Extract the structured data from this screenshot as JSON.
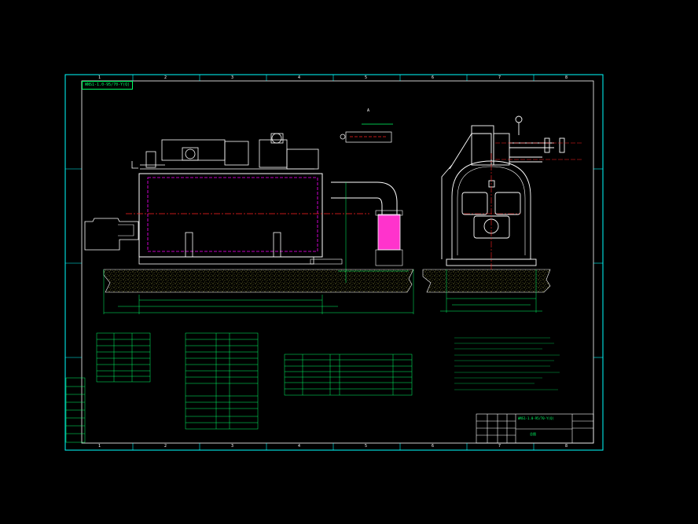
{
  "drawing": {
    "colors": {
      "background": "#000000",
      "frame": "#00ffff",
      "outline": "#ffffff",
      "dim": "#00ff66",
      "center": "#ff2222",
      "hidden": "#ff00ff",
      "concrete": "#ffff66",
      "highlight": "#ff33cc"
    },
    "border_top_numbers": [
      "1",
      "2",
      "3",
      "4",
      "5",
      "6",
      "7",
      "8"
    ],
    "border_bottom_numbers": [
      "1",
      "2",
      "3",
      "4",
      "5",
      "6",
      "7",
      "8"
    ],
    "title_tab": "WNS1-1.0-95/70-Y(Q)",
    "detail_label": "A",
    "title_block": {
      "drawing_no": "WNS1-1.0-95/70-Y(Q)",
      "name": "总图"
    }
  }
}
